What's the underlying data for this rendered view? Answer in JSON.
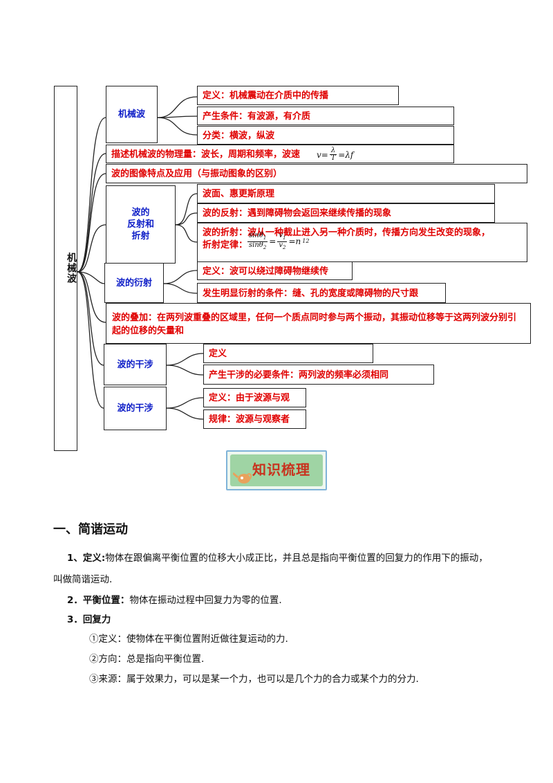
{
  "mindmap": {
    "root": "机械波",
    "groups": {
      "mech_wave": {
        "label": "机械波",
        "items": [
          "定义：机械震动在介质中的传播",
          "产生条件：有波源，有介质",
          "分类：横波，纵波"
        ]
      },
      "describe": "描述机械波的物理量：波长，周期和频率，波速",
      "image": "波的图像特点及应用（与振动图象的区别）",
      "reflection": {
        "label": "波的\n反射和\n折射",
        "items": [
          "波面、惠更斯原理",
          "波的反射：遇到障碍物会返回来继续传播的现象"
        ],
        "refraction_line1": "波的折射：波从一种截止进入另一种介质时，传播方向发生改变的现象，",
        "refraction_line2": "折射定律："
      },
      "diffraction": {
        "label": "波的衍射",
        "items": [
          "定义：波可以绕过障碍物继续传",
          "发生明显衍射的条件：缝、孔的宽度或障碍物的尺寸跟"
        ]
      },
      "superposition": "波的叠加：在两列波重叠的区域里，任何一个质点同时参与两个振动，其振动位移等于这两列波分别引起的位移的矢量和",
      "interference": {
        "label": "波的干涉",
        "items": [
          "定义",
          "产生干涉的必要条件：两列波的频率必须相同"
        ]
      },
      "doppler": {
        "label": "波的干涉",
        "items": [
          "定义：由于波源与观",
          "规律：波源与观察者"
        ]
      }
    }
  },
  "badge": "知识梳理",
  "section": {
    "title": "一、简谐运动",
    "p1_label": "1、定义:",
    "p1_text": "物体在跟偏离平衡位置的位移大小成正比，并且总是指向平衡位置的回复力的作用下的振动，",
    "p1_cont": "叫做简谐运动.",
    "p2_label": "2．平衡位置：",
    "p2_text": "物体在振动过程中回复力为零的位置.",
    "p3_label": "3．回复力",
    "p3_items": [
      "①定义：使物体在平衡位置附近做往复运动的力.",
      "②方向：总是指向平衡位置.",
      "③来源：属于效果力，可以是某一个力，也可以是几个力的合力或某个力的分力."
    ]
  },
  "colors": {
    "red": "#e00000",
    "blue": "#1020c8",
    "badge_text": "#c8321e"
  }
}
